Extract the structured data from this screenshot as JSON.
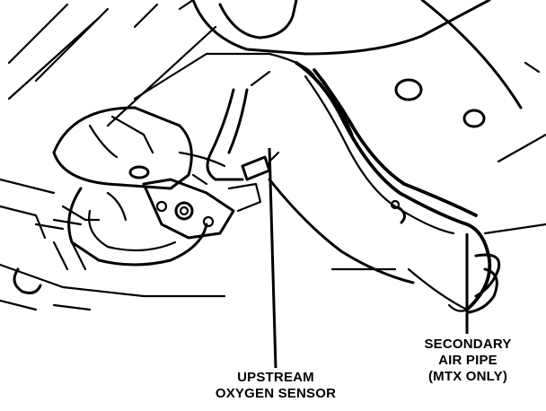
{
  "labels": {
    "upstream_line1": "UPSTREAM",
    "upstream_line2": "OXYGEN SENSOR",
    "secondary_line1": "SECONDARY",
    "secondary_line2": "AIR PIPE",
    "secondary_line3": "(MTX ONLY)"
  },
  "colors": {
    "ink": "#000000",
    "background": "#ffffff"
  }
}
